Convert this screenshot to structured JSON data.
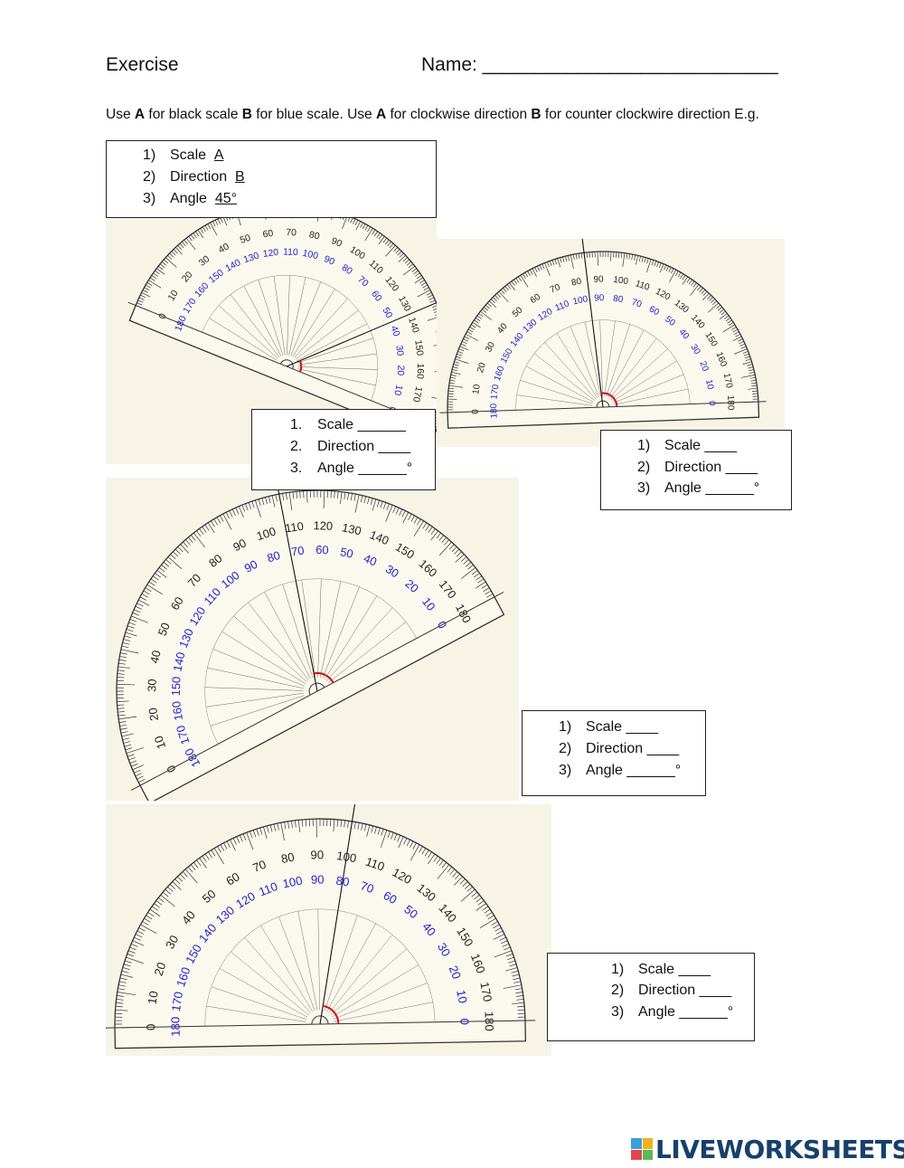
{
  "header": {
    "title": "Exercise",
    "name_label": "Name: ____________________________"
  },
  "instructions": {
    "p1": "Use ",
    "A1": "A",
    "p2": " for black scale ",
    "B1": "B",
    "p3": " for blue scale. Use ",
    "A2": "A",
    "p4": " for clockwise direction ",
    "B2": "B",
    "p5": " for counter clockwire direction E.g."
  },
  "example_box": {
    "items": [
      {
        "num": "1)",
        "label": "Scale",
        "answer": "A"
      },
      {
        "num": "2)",
        "label": "Direction",
        "answer": "B"
      },
      {
        "num": "3)",
        "label": "Angle",
        "answer": "45°"
      }
    ]
  },
  "answer_boxes": [
    {
      "items": [
        {
          "num": "1.",
          "text": "Scale ______"
        },
        {
          "num": "2.",
          "text": "Direction ____"
        },
        {
          "num": "3.",
          "text": "Angle ______°"
        }
      ]
    },
    {
      "items": [
        {
          "num": "1)",
          "text": "Scale ____"
        },
        {
          "num": "2)",
          "text": "Direction ____"
        },
        {
          "num": "3)",
          "text": "Angle ______°"
        }
      ]
    },
    {
      "items": [
        {
          "num": "1)",
          "text": "Scale ____"
        },
        {
          "num": "2)",
          "text": "Direction ____"
        },
        {
          "num": "3)",
          "text": "Angle ______°"
        }
      ]
    },
    {
      "items": [
        {
          "num": "1)",
          "text": "Scale ____"
        },
        {
          "num": "2)",
          "text": "Direction ____"
        },
        {
          "num": "3)",
          "text": "Angle ______°"
        }
      ]
    }
  ],
  "protractors": [
    {
      "rotation_deg": 22,
      "measured_line_deg": 45
    },
    {
      "rotation_deg": -2,
      "measured_line_deg": 95
    },
    {
      "rotation_deg": -28,
      "measured_line_deg": 73
    },
    {
      "rotation_deg": -1,
      "measured_line_deg": 80
    }
  ],
  "colors": {
    "black_scale": "#222222",
    "blue_scale": "#2222cc",
    "angle_arc": "#cc1111",
    "protractor_bg": "#f7f4e6"
  },
  "logo": {
    "text": "LIVEWORKSHEETS"
  }
}
